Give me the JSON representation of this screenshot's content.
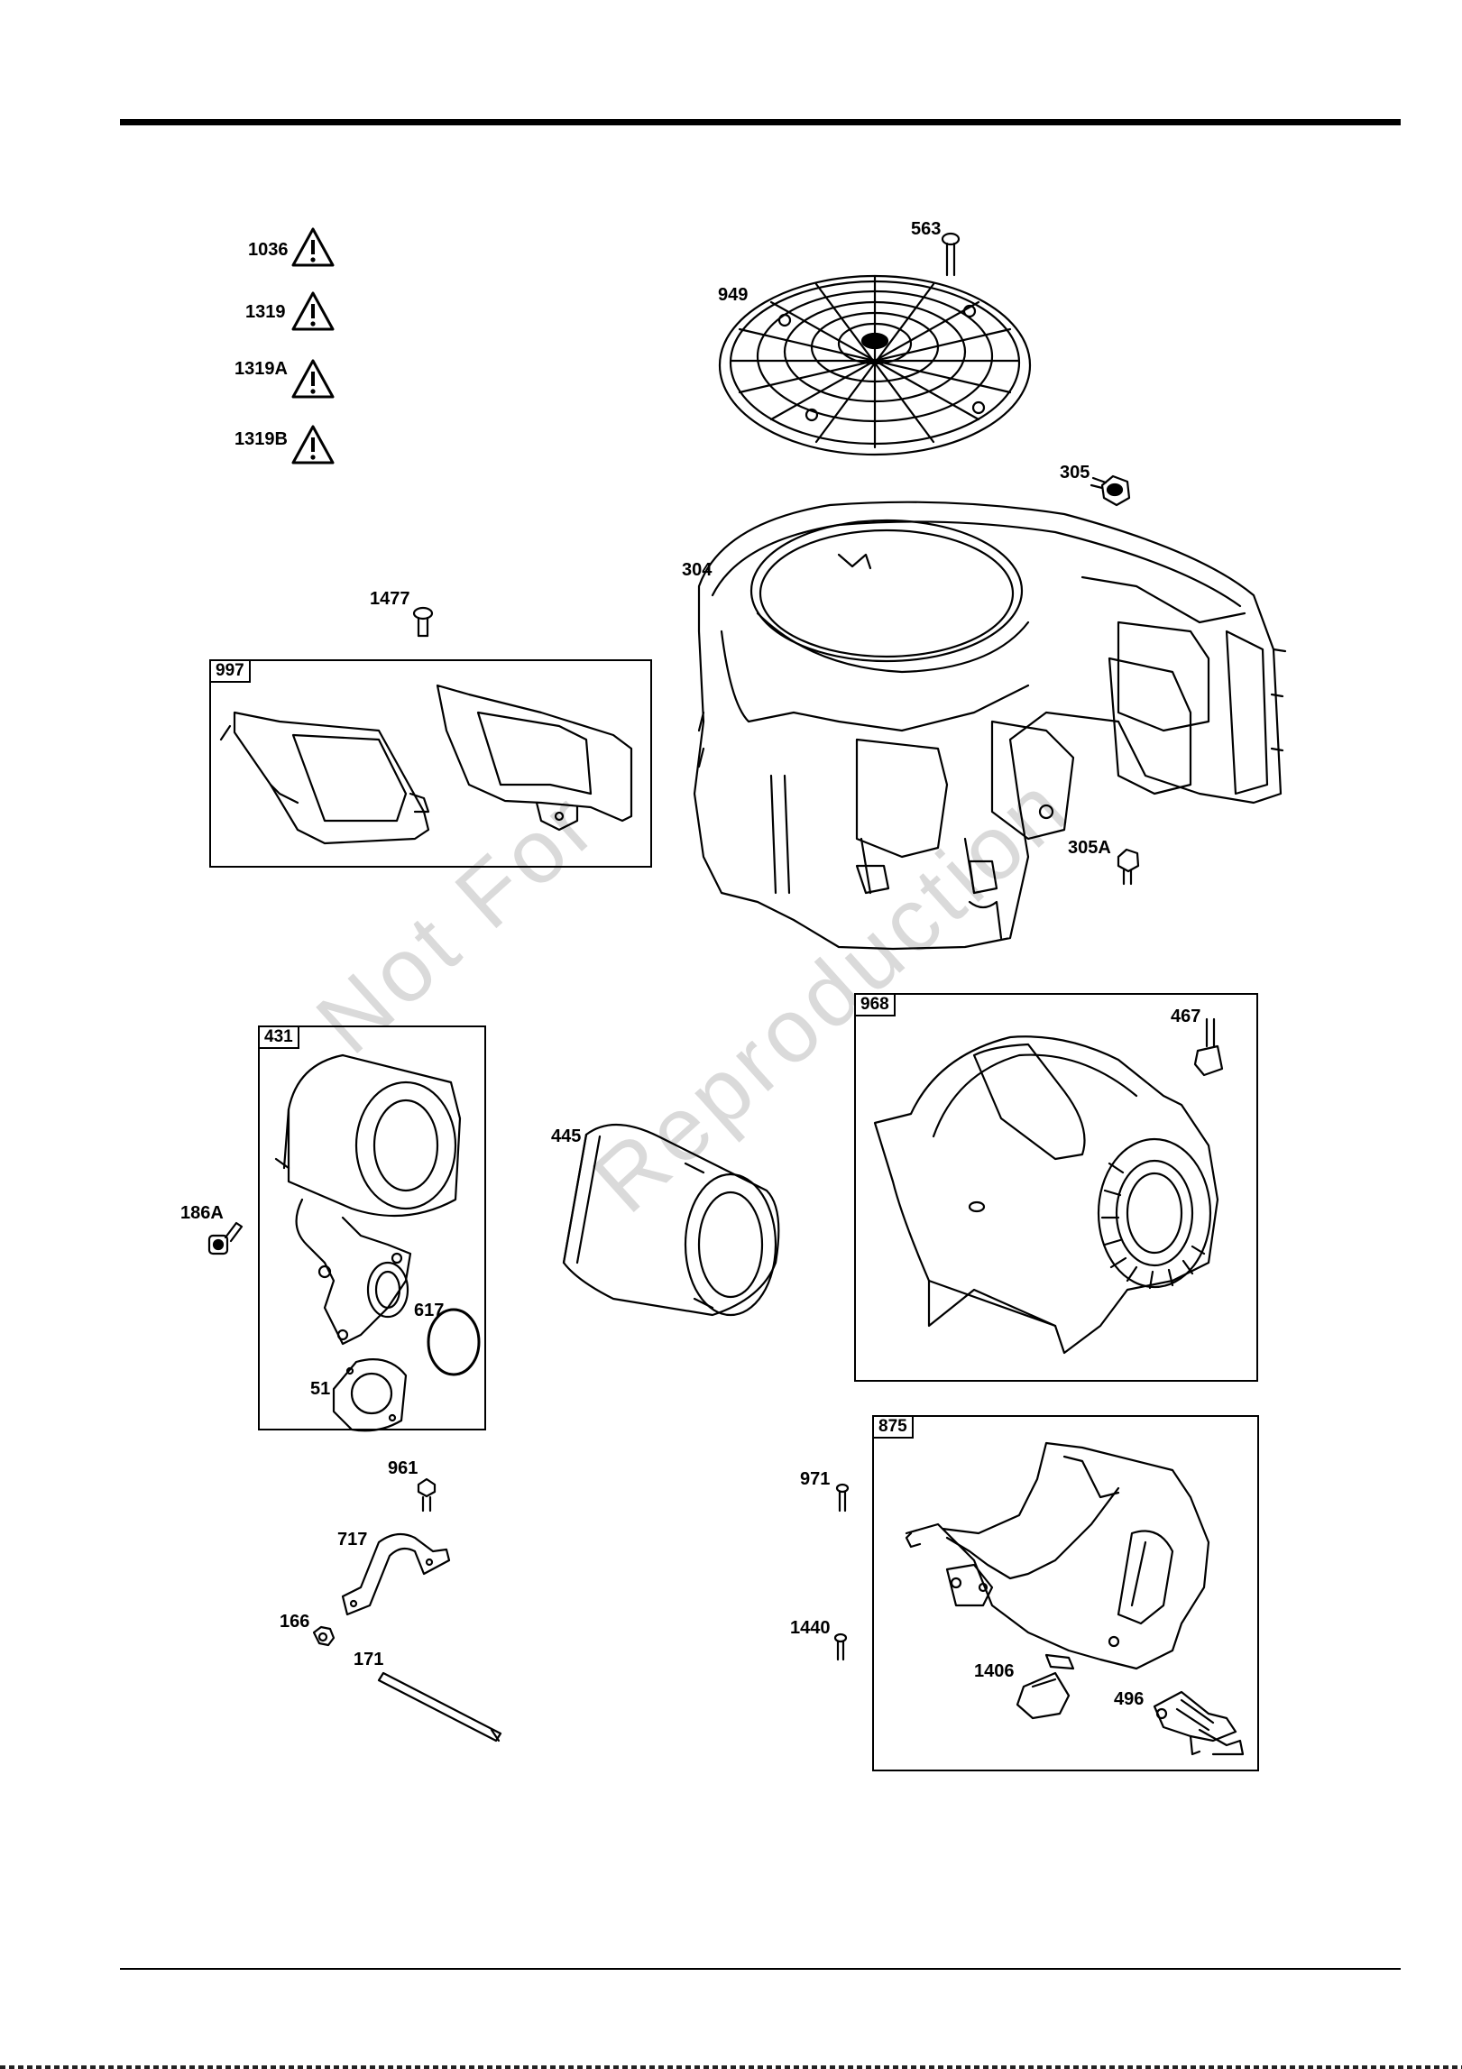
{
  "warning_callouts": [
    {
      "label": "1036",
      "icon": "warning-triangle-icon"
    },
    {
      "label": "1319",
      "icon": "warning-triangle-icon"
    },
    {
      "label": "1319A",
      "icon": "warning-triangle-icon"
    },
    {
      "label": "1319B",
      "icon": "warning-triangle-icon"
    }
  ],
  "parts": {
    "p563": "563",
    "p949": "949",
    "p305": "305",
    "p304": "304",
    "p305A": "305A",
    "p1477": "1477",
    "p186A": "186A",
    "p617": "617",
    "p51": "51",
    "p445": "445",
    "p467": "467",
    "p961": "961",
    "p717": "717",
    "p166": "166",
    "p171": "171",
    "p971": "971",
    "p1440": "1440",
    "p1406": "1406",
    "p496": "496"
  },
  "assemblies": {
    "a997": "997",
    "a431": "431",
    "a968": "968",
    "a875": "875"
  },
  "watermark": {
    "line1": "Not For",
    "line2": "Reproduction"
  },
  "colors": {
    "ink": "#000000",
    "watermark": "#bdbdbd",
    "background": "#ffffff"
  }
}
